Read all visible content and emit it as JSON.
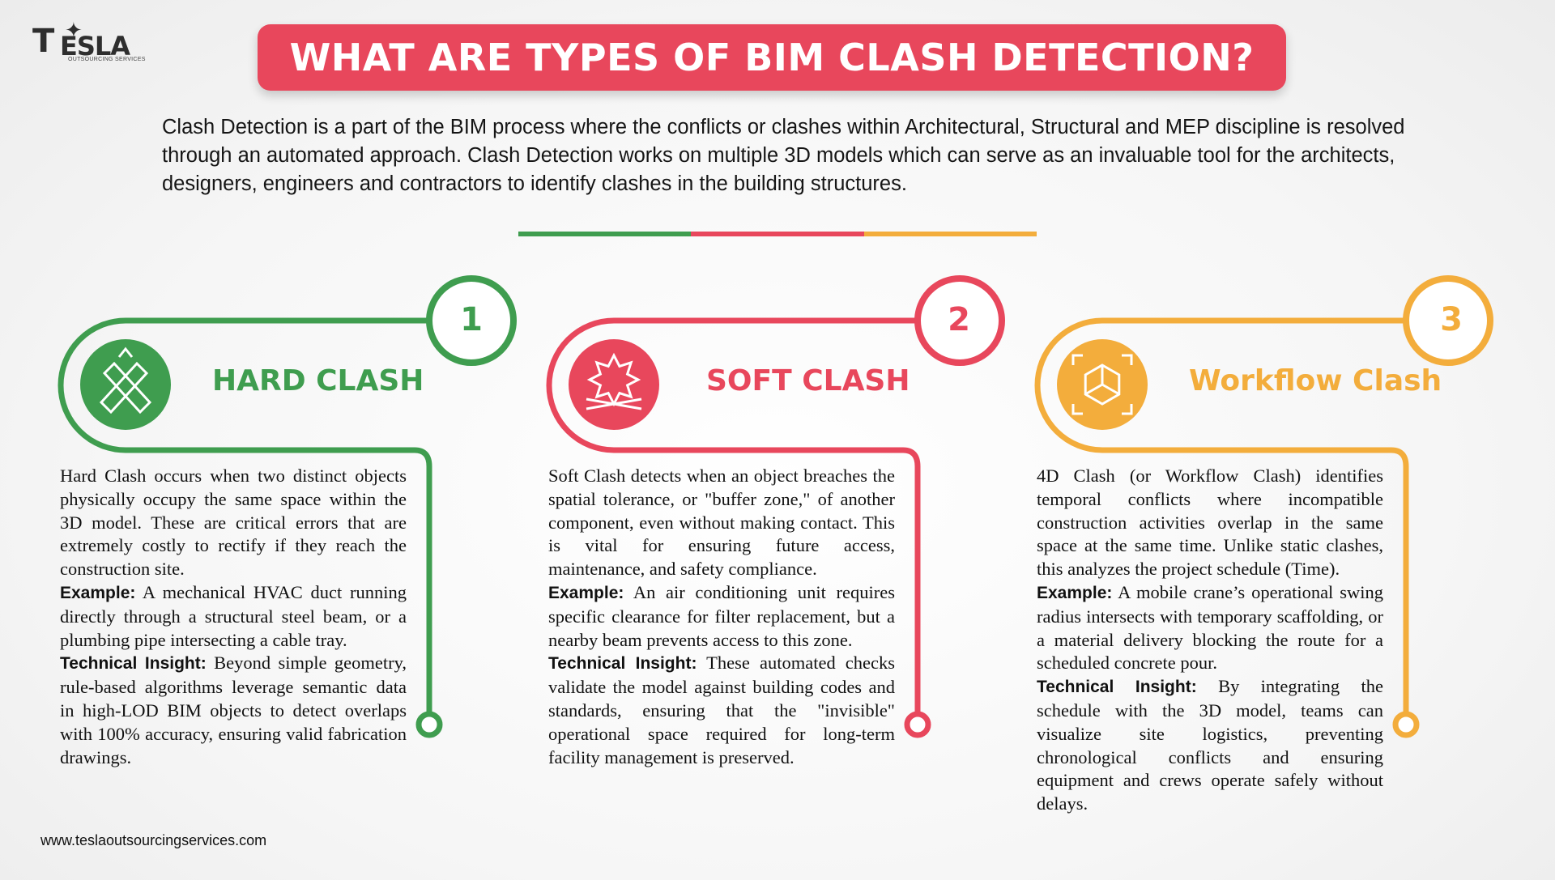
{
  "logo": {
    "name": "ESLA",
    "sub": "OUTSOURCING SERVICES"
  },
  "title": "WHAT ARE TYPES OF BIM CLASH DETECTION?",
  "intro": "Clash Detection is a part of the BIM process where the conflicts or clashes within Architectural, Structural and MEP discipline is resolved through an automated approach. Clash Detection works on multiple 3D models which can serve as an invaluable tool for the architects, designers, engineers and contractors to identify clashes in the building structures.",
  "colors": {
    "green": "#3f9d4f",
    "red": "#e8475c",
    "orange": "#f3ad3c"
  },
  "cards": [
    {
      "number": "1",
      "title": "HARD CLASH",
      "icon": "hard-clash-icon",
      "description": "Hard Clash occurs when two distinct objects physically occupy the same space within the 3D model. These are critical errors that are extremely costly to rectify if they reach the construction site.",
      "example_label": "Example:",
      "example": "A mechanical HVAC duct running directly through a structural steel beam, or a plumbing pipe intersecting a cable tray.",
      "insight_label": "Technical Insight:",
      "insight": "Beyond simple geometry, rule-based algorithms leverage semantic data in high-LOD BIM objects to detect overlaps with 100% accuracy, ensuring valid fabrication drawings."
    },
    {
      "number": "2",
      "title": "SOFT CLASH",
      "icon": "soft-clash-icon",
      "description": "Soft Clash detects when an object breaches the spatial tolerance, or \"buffer zone,\" of another component, even without making contact. This is vital for ensuring future access, maintenance, and safety compliance.",
      "example_label": "Example:",
      "example": "An air conditioning unit requires specific clearance for filter replacement, but a nearby beam prevents access to this zone.",
      "insight_label": "Technical Insight:",
      "insight": "These automated checks validate the model against building codes and standards, ensuring that the \"invisible\" operational space required for long-term facility management is preserved."
    },
    {
      "number": "3",
      "title": "Workflow Clash",
      "icon": "workflow-clash-icon",
      "description": "4D Clash (or Workflow Clash) identifies temporal conflicts where incompatible construction activities overlap in the same space at the same time. Unlike static clashes, this analyzes the project schedule (Time).",
      "example_label": "Example:",
      "example": "A mobile crane’s operational swing radius intersects with temporary scaffolding, or a material delivery blocking the route for a scheduled concrete pour.",
      "insight_label": "Technical Insight:",
      "insight": "By integrating the schedule with the 3D model, teams can visualize site logistics, preventing chronological conflicts and ensuring equipment and crews operate safely without delays."
    }
  ],
  "website": "www.teslaoutsourcingservices.com"
}
